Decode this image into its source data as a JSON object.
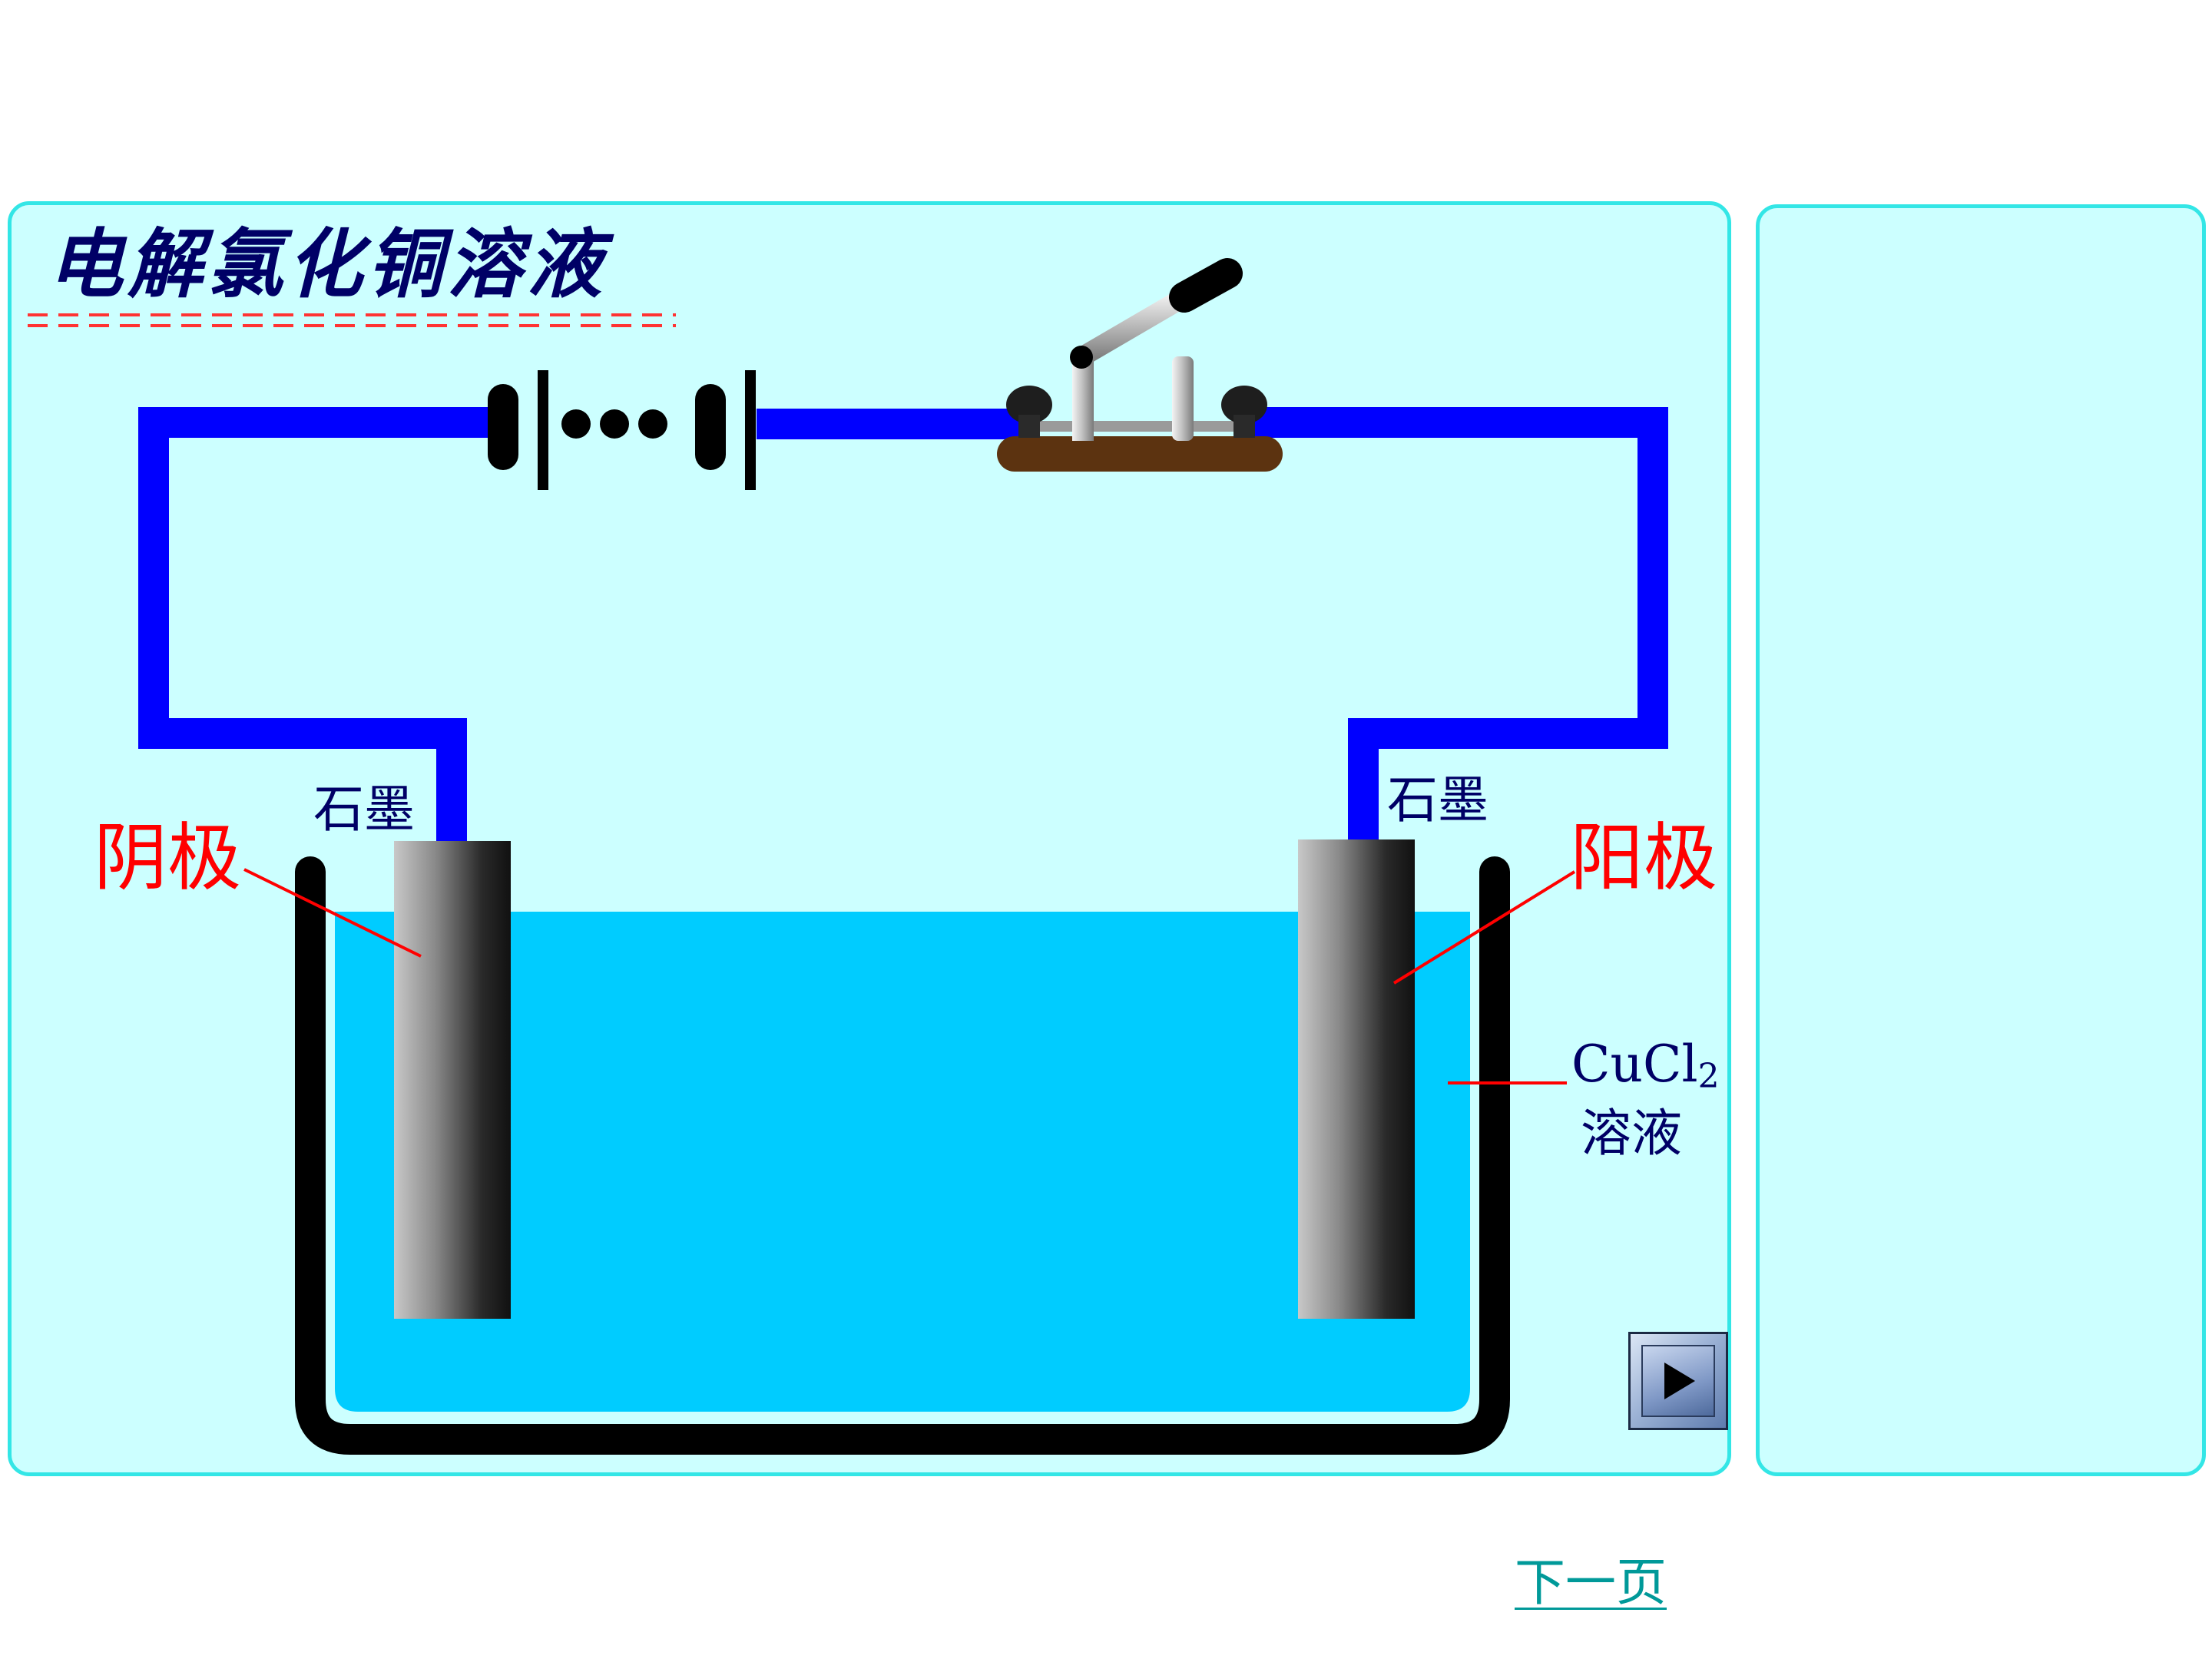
{
  "title": "电解氯化铜溶液",
  "labels": {
    "cathode": "阴极",
    "anode": "阳极",
    "graphite_left": "石墨",
    "graphite_right": "石墨",
    "solution_formula_main": "CuCl",
    "solution_formula_sub": "2",
    "solution_word": "溶液"
  },
  "nav": {
    "next_page": "下一页"
  },
  "colors": {
    "panel_bg": "#ccffff",
    "panel_border": "#33e6e6",
    "wire": "#0000ff",
    "solution": "#00ccff",
    "beaker": "#000000",
    "label_red": "#ff0000",
    "label_navy": "#000066",
    "switch_base": "#5c3310",
    "link": "#009999"
  },
  "icons": {
    "play": "play-icon"
  }
}
